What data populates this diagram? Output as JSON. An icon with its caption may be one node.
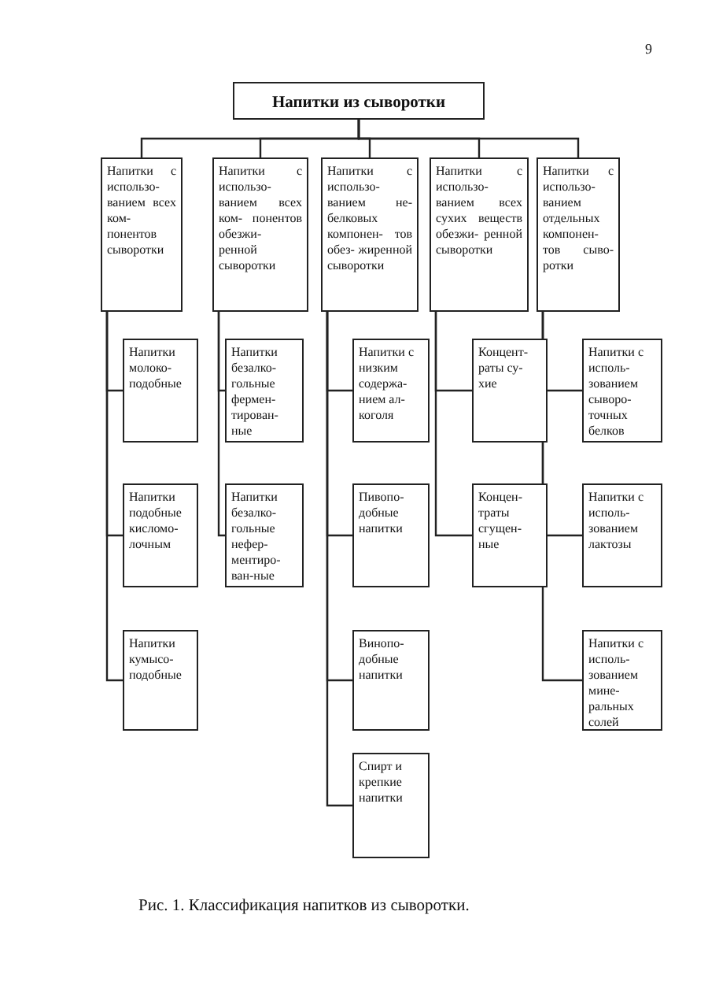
{
  "diagram": {
    "caption": "Рис. 1. Классификация напитков из сыворотки.",
    "nodes": [
      {
        "text": [
          "Напитки из сыворотки"
        ]
      },
      {
        "text": [
          "Напитки с использо- ванием всех ком- понентов сыворотки"
        ]
      },
      {
        "text": [
          "Напитки с использо- ванием всех ком- понентов обезжи- ренной сыворотки"
        ]
      },
      {
        "text": [
          "Напитки с использо- ванием не- белковых компонен- тов обез- жиренной сыворотки"
        ]
      },
      {
        "text": [
          "Напитки с использо- ванием всех сухих веществ обезжи- ренной сыворотки"
        ]
      },
      {
        "text": [
          "Напитки с использо- ванием отдельных компонен- тов сыво- ротки"
        ]
      },
      {
        "text": [
          "Напитки молоко- подобные"
        ]
      },
      {
        "text": [
          "Напитки подобные кисломо- лочным"
        ]
      },
      {
        "text": [
          "Напитки кумысо- подобные"
        ]
      },
      {
        "text": [
          "Напитки безалко- гольные фермен- тирован- ные"
        ]
      },
      {
        "text": [
          "Напитки безалко- гольные нефер- ментиро- ван-ные"
        ]
      },
      {
        "text": [
          "Напитки с низким содержа- нием ал- коголя"
        ]
      },
      {
        "text": [
          "Пивопо- добные напитки"
        ]
      },
      {
        "text": [
          "Винопо- добные напитки"
        ]
      },
      {
        "text": [
          "Спирт и крепкие напитки"
        ]
      },
      {
        "text": [
          "Концент- раты су- хие"
        ]
      },
      {
        "text": [
          "Концен- траты сгущен- ные"
        ]
      },
      {
        "text": [
          "Напитки с исполь- зованием сыворо- точных белков"
        ]
      },
      {
        "text": [
          "Напитки с исполь- зованием лактозы"
        ]
      },
      {
        "text": [
          "Напитки с исполь- зованием мине- ральных солей"
        ]
      }
    ],
    "edges": [
      {
        "from": 0,
        "to": 1,
        "arrow": "none"
      },
      {
        "from": 0,
        "to": 2,
        "arrow": "none"
      },
      {
        "from": 0,
        "to": 3,
        "arrow": "none"
      },
      {
        "from": 0,
        "to": 4,
        "arrow": "none"
      },
      {
        "from": 0,
        "to": 5,
        "arrow": "none"
      },
      {
        "from": 1,
        "to": 6,
        "arrow": "none"
      },
      {
        "from": 1,
        "to": 7,
        "arrow": "none"
      },
      {
        "from": 1,
        "to": 8,
        "arrow": "none"
      },
      {
        "from": 2,
        "to": 9,
        "arrow": "none"
      },
      {
        "from": 2,
        "to": 10,
        "arrow": "none"
      },
      {
        "from": 3,
        "to": 11,
        "arrow": "none"
      },
      {
        "from": 3,
        "to": 12,
        "arrow": "none"
      },
      {
        "from": 3,
        "to": 13,
        "arrow": "none"
      },
      {
        "from": 3,
        "to": 14,
        "arrow": "none"
      },
      {
        "from": 4,
        "to": 15,
        "arrow": "none"
      },
      {
        "from": 4,
        "to": 16,
        "arrow": "none"
      },
      {
        "from": 5,
        "to": 17,
        "arrow": "none"
      },
      {
        "from": 5,
        "to": 18,
        "arrow": "none"
      },
      {
        "from": 5,
        "to": 19,
        "arrow": "none"
      }
    ],
    "labels": [
      "9"
    ]
  }
}
